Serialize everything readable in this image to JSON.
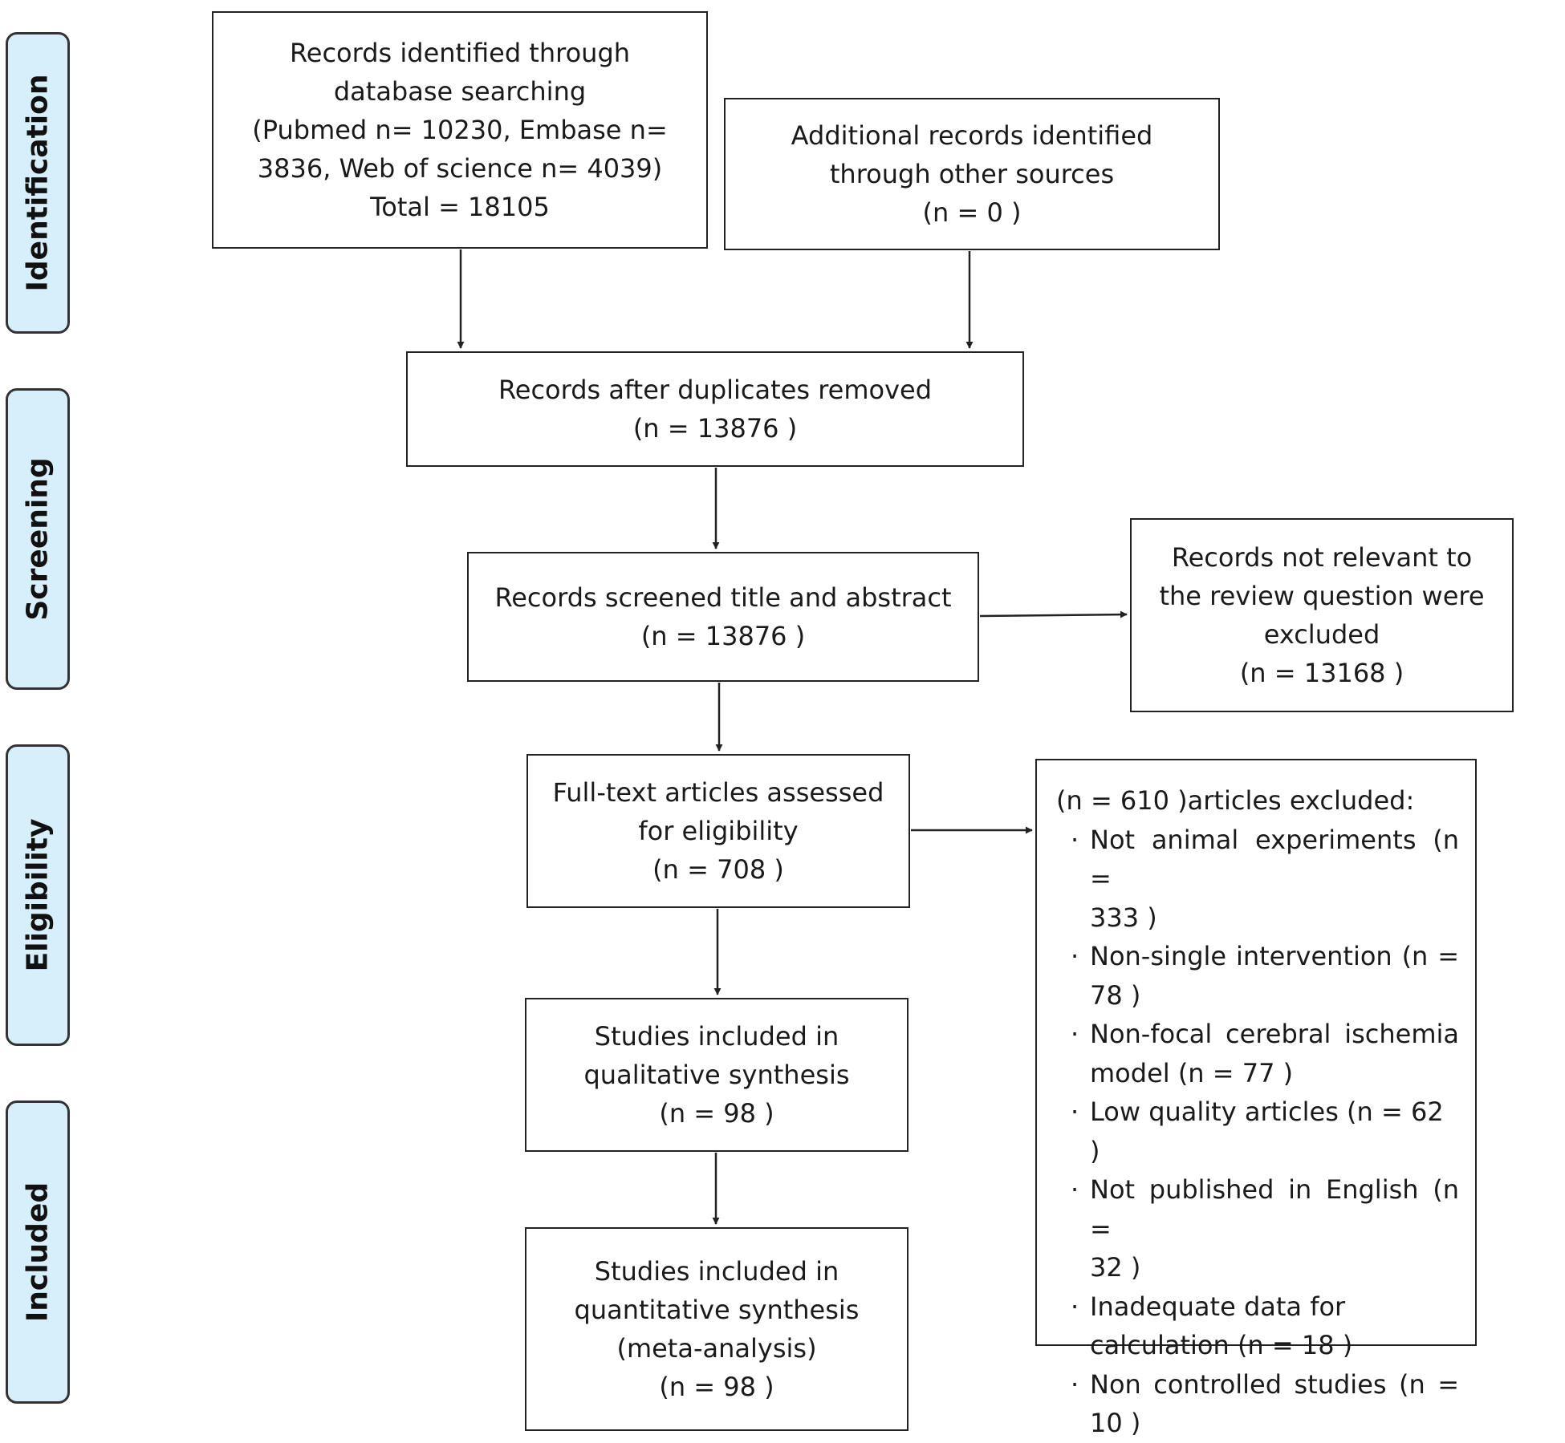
{
  "phases": [
    {
      "id": "identification",
      "label": "Identification"
    },
    {
      "id": "screening",
      "label": "Screening"
    },
    {
      "id": "eligibility",
      "label": "Eligibility"
    },
    {
      "id": "included",
      "label": "Included"
    }
  ],
  "boxes": {
    "database_search": [
      "Records identified through",
      "database searching",
      "(Pubmed n= 10230, Embase n=",
      "3836, Web of science n= 4039)",
      "Total = 18105"
    ],
    "other_sources": [
      "Additional records identified",
      "through other sources",
      "(n = 0  )"
    ],
    "duplicates_removed": [
      "Records after duplicates removed",
      "(n = 13876   )"
    ],
    "screened": [
      "Records screened title and abstract",
      "(n = 13876  )"
    ],
    "not_relevant": [
      "Records not relevant to",
      "the review question were",
      "excluded",
      "(n = 13168   )"
    ],
    "full_text": [
      "Full-text articles assessed",
      "for eligibility",
      "(n = 708   )"
    ],
    "qualitative": [
      "Studies included in",
      "qualitative synthesis",
      "(n = 98 )"
    ],
    "quantitative": [
      "Studies included in",
      "quantitative synthesis",
      "(meta-analysis)",
      "(n = 98   )"
    ]
  },
  "excluded": {
    "header": "(n =  610  )articles excluded:",
    "bullet": "·",
    "items": [
      {
        "line1": "Not animal experiments (n =",
        "line2": "333 )"
      },
      {
        "line1": "Non-single intervention (n =",
        "line2": "78 )"
      },
      {
        "line1": "Non-focal cerebral ischemia",
        "line2": "model (n =  77 )"
      },
      {
        "line1": "Low quality articles (n =  62 )",
        "line2": ""
      },
      {
        "line1": "Not published in English (n =",
        "line2": "32 )"
      },
      {
        "line1": "Inadequate data for",
        "line2": "calculation (n =  18 )"
      },
      {
        "line1": "Non controlled studies (n =",
        "line2": "10 )"
      }
    ]
  }
}
